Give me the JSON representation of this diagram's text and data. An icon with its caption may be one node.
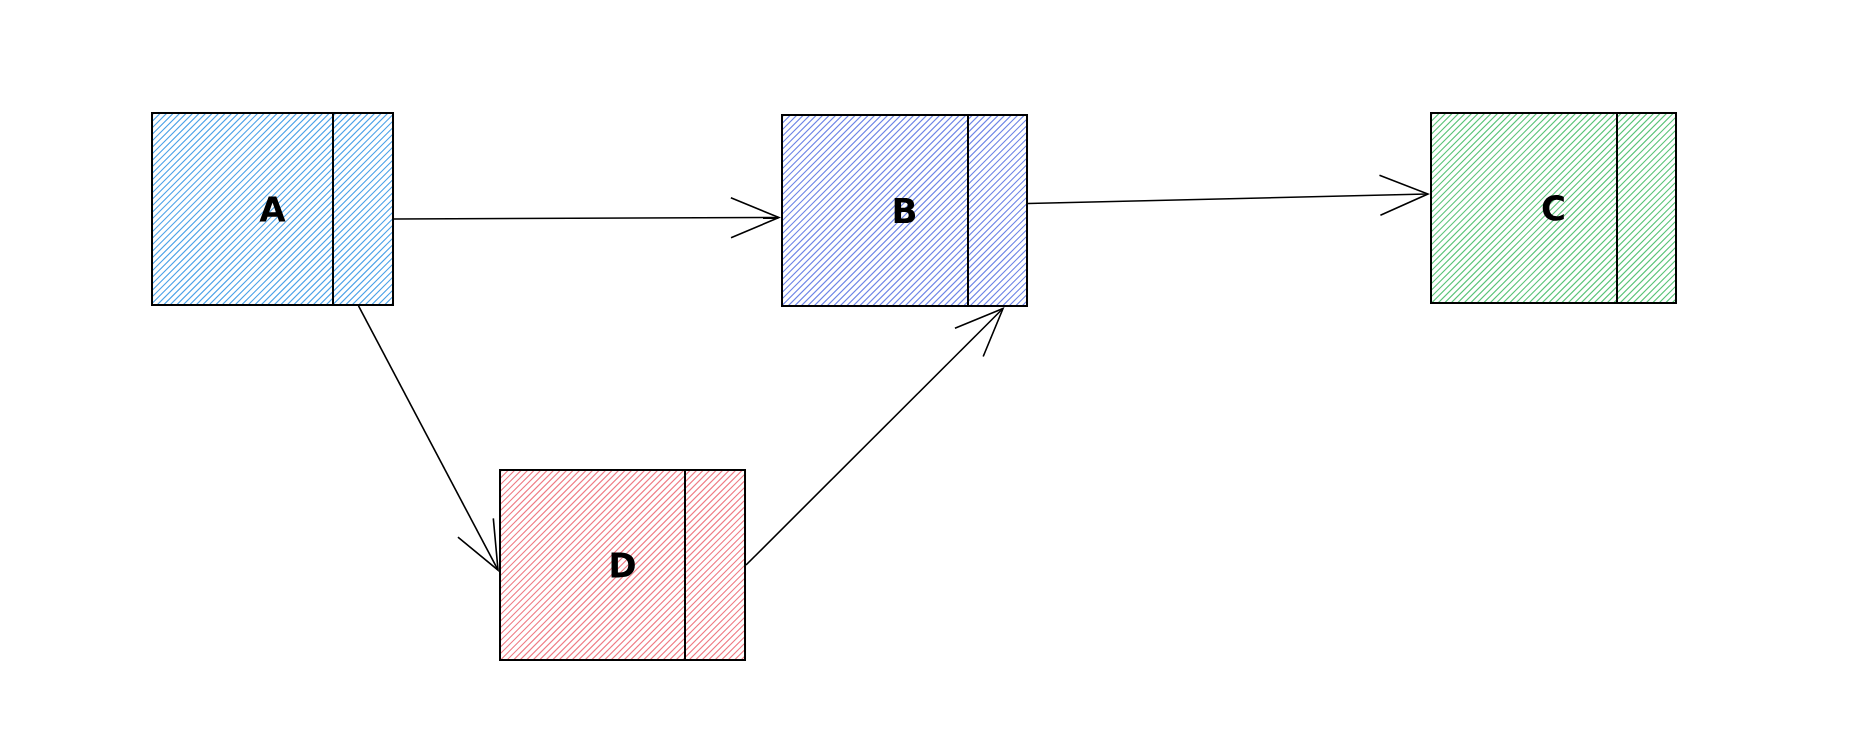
{
  "diagram": {
    "nodes": [
      {
        "text": [
          "A"
        ]
      },
      {
        "text": [
          "B"
        ]
      },
      {
        "text": [
          "C"
        ]
      },
      {
        "text": [
          "D"
        ]
      }
    ],
    "edges": [
      {
        "from": 0,
        "to": 1,
        "arrow": "to"
      },
      {
        "from": 1,
        "to": 2,
        "arrow": "to"
      },
      {
        "from": 0,
        "to": 3,
        "arrow": "to"
      },
      {
        "from": 3,
        "to": 1,
        "arrow": "to"
      }
    ]
  }
}
